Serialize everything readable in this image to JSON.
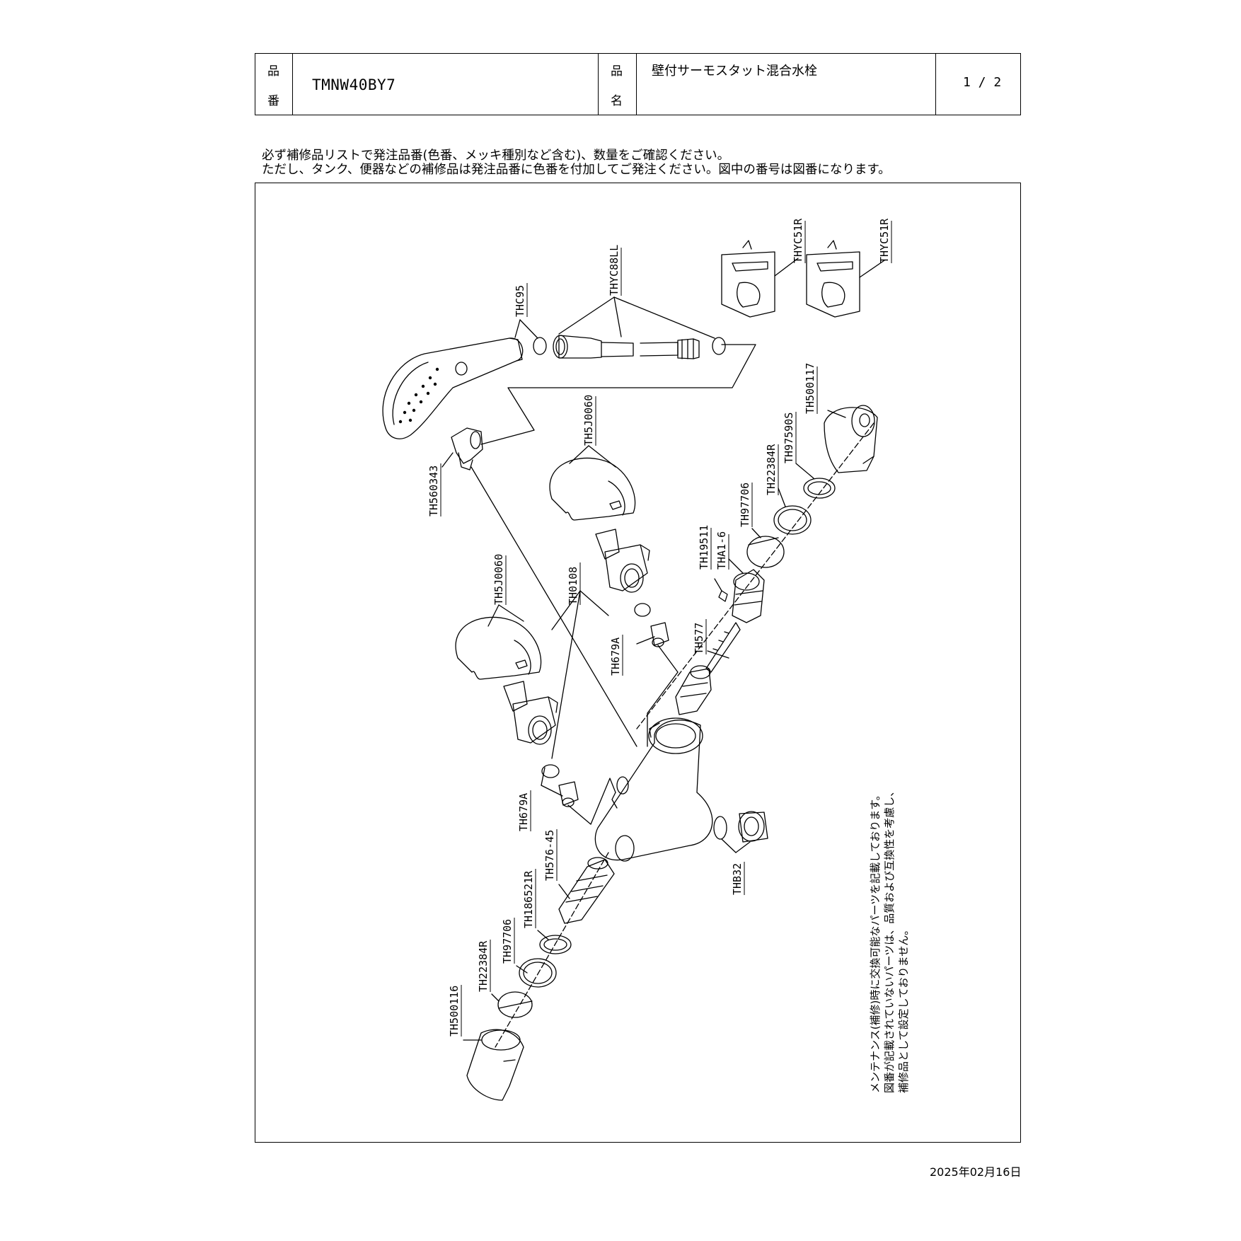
{
  "header": {
    "part_no_label": [
      "品",
      "番"
    ],
    "part_no": "TMNW40BY7",
    "name_label": [
      "品",
      "名"
    ],
    "product_name": "壁付サーモスタット混合水栓",
    "page": "1 / 2"
  },
  "notice": {
    "line1": "必ず補修品リストで発注品番(色番、メッキ種別など含む)、数量をご確認ください。",
    "line2": "ただし、タンク、便器などの補修品は発注品番に色番を付加してご発注ください。図中の番号は図番になります。"
  },
  "parts": [
    {
      "id": "p_thc95",
      "label": "THC95"
    },
    {
      "id": "p_thyc88ll",
      "label": "THYC88LL"
    },
    {
      "id": "p_thyc51r_a",
      "label": "THYC51R"
    },
    {
      "id": "p_thyc51r_b",
      "label": "THYC51R"
    },
    {
      "id": "p_th560343",
      "label": "TH560343"
    },
    {
      "id": "p_th5j0060_a",
      "label": "TH5J0060"
    },
    {
      "id": "p_th5j0060_b",
      "label": "TH5J0060"
    },
    {
      "id": "p_th500117",
      "label": "TH500117"
    },
    {
      "id": "p_th97590s",
      "label": "TH97590S"
    },
    {
      "id": "p_th22384r_a",
      "label": "TH22384R"
    },
    {
      "id": "p_th97706_a",
      "label": "TH97706"
    },
    {
      "id": "p_tha1_6",
      "label": "THA1-6"
    },
    {
      "id": "p_th19511",
      "label": "TH19511"
    },
    {
      "id": "p_th0108",
      "label": "TH0108"
    },
    {
      "id": "p_th679a_a",
      "label": "TH679A"
    },
    {
      "id": "p_th577",
      "label": "TH577"
    },
    {
      "id": "p_th679a_b",
      "label": "TH679A"
    },
    {
      "id": "p_th576_45",
      "label": "TH576-45"
    },
    {
      "id": "p_th186521r",
      "label": "TH186521R"
    },
    {
      "id": "p_th97706_b",
      "label": "TH97706"
    },
    {
      "id": "p_th22384r_b",
      "label": "TH22384R"
    },
    {
      "id": "p_th500116",
      "label": "TH500116"
    },
    {
      "id": "p_thb32",
      "label": "THB32"
    }
  ],
  "maintenance_note": {
    "line1": "メンテナンス(補修)時に交換可能なパーツを記載しております。",
    "line2": "図番が記載されていないパーツは、品質および互換性を考慮し、",
    "line3": "補修品として設定しておりません。"
  },
  "date": "2025年02月16日"
}
